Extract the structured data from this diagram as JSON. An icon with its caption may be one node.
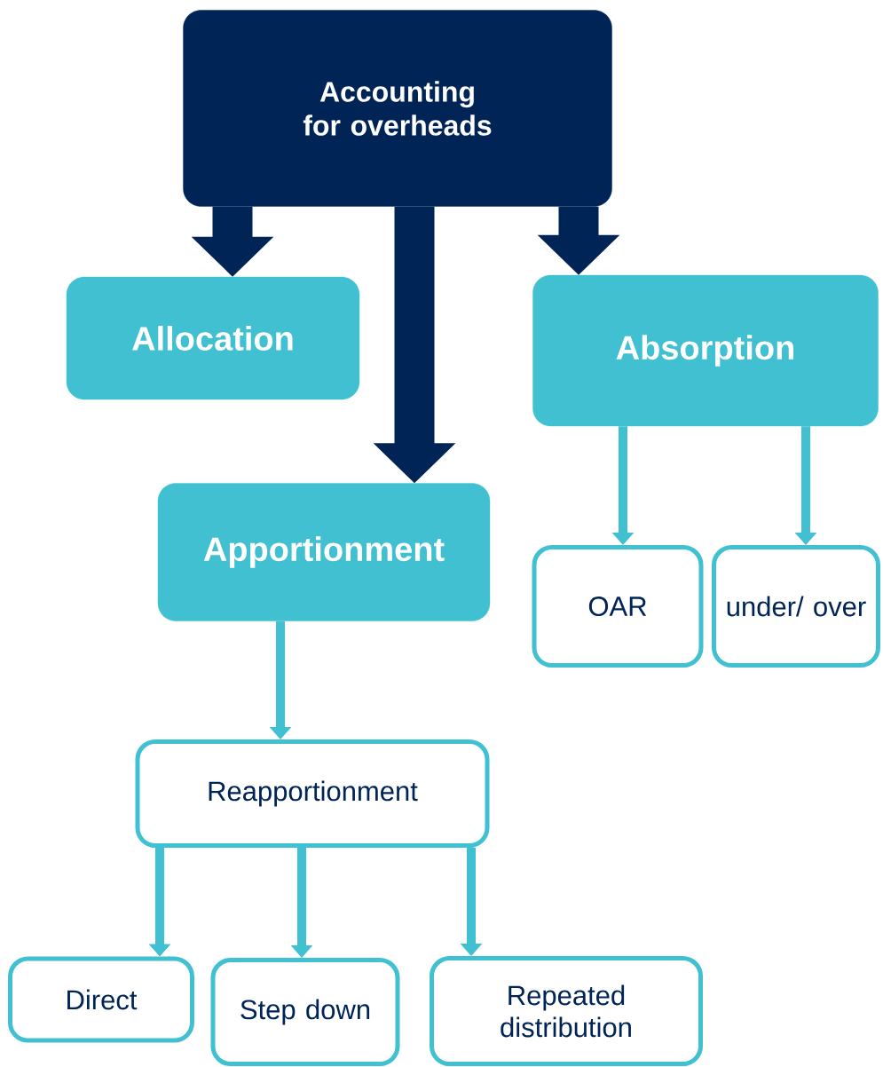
{
  "diagram": {
    "nodes": [
      {
        "text": [
          "Accounting for overheads"
        ]
      },
      {
        "text": [
          "Allocation"
        ]
      },
      {
        "text": [
          "Absorption"
        ]
      },
      {
        "text": [
          "Apportionment"
        ]
      },
      {
        "text": [
          "OAR"
        ]
      },
      {
        "text": [
          "under/ over"
        ]
      },
      {
        "text": [
          "Reapportionment"
        ]
      },
      {
        "text": [
          "Direct"
        ]
      },
      {
        "text": [
          "Step down"
        ]
      },
      {
        "text": [
          "Repeated distribution"
        ]
      }
    ],
    "edges": [
      {
        "from": 0,
        "to": 1,
        "arrow": "to",
        "style": "thick",
        "color": "#002456"
      },
      {
        "from": 0,
        "to": 3,
        "arrow": "to",
        "style": "thick",
        "color": "#002456"
      },
      {
        "from": 0,
        "to": 2,
        "arrow": "to",
        "style": "thick",
        "color": "#002456"
      },
      {
        "from": 2,
        "to": 4,
        "arrow": "to"
      },
      {
        "from": 2,
        "to": 5,
        "arrow": "to"
      },
      {
        "from": 3,
        "to": 6,
        "arrow": "to"
      },
      {
        "from": 6,
        "to": 7,
        "arrow": "to"
      },
      {
        "from": 6,
        "to": 8,
        "arrow": "to"
      },
      {
        "from": 6,
        "to": 9,
        "arrow": "to"
      }
    ]
  }
}
